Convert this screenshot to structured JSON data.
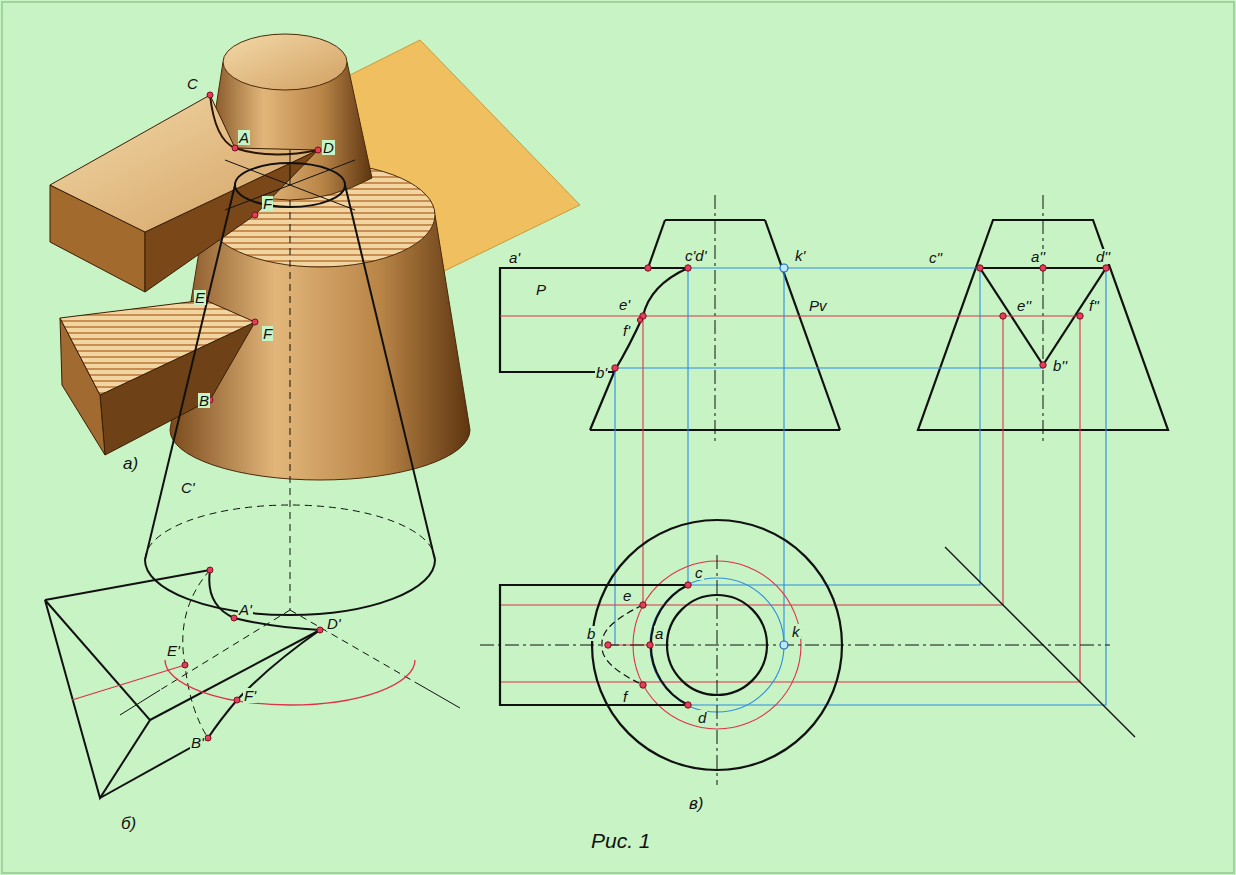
{
  "diagram": {
    "caption": "Рис. 1",
    "labels": [
      "C",
      "A",
      "D",
      "F",
      "E",
      "F",
      "B",
      "P",
      "а)",
      "C'",
      "A'",
      "D'",
      "E'",
      "F'",
      "B'",
      "б)",
      "a'",
      "c'd'",
      "k'",
      "e'",
      "f'",
      "b'",
      "Pv",
      "c''",
      "a''",
      "d''",
      "e''",
      "f''",
      "b''",
      "c",
      "e",
      "b",
      "a",
      "k",
      "f",
      "d",
      "в)"
    ]
  }
}
